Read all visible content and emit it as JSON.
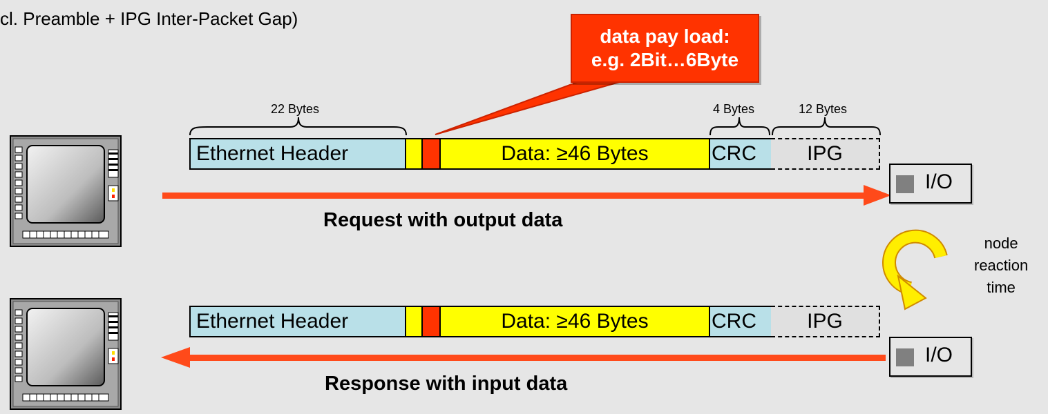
{
  "top_caption": "cl. Preamble + IPG Inter-Packet Gap)",
  "callout": {
    "line1": "data pay load:",
    "line2": "e.g. 2Bit…6Byte"
  },
  "brace_labels": {
    "header": "22 Bytes",
    "crc": "4 Bytes",
    "ipg": "12 Bytes"
  },
  "frame": {
    "header": "Ethernet Header",
    "data": "Data: ≥46 Bytes",
    "crc": "CRC",
    "ipg": "IPG"
  },
  "request_caption": "Request with output data",
  "response_caption": "Response with input data",
  "io_label": "I/O",
  "reaction": {
    "line1": "node",
    "line2": "reaction",
    "line3": "time"
  },
  "colors": {
    "arrow": "#ff4a1a",
    "header_fill": "#b9e0e8",
    "data_fill": "#ffff00",
    "payload_fill": "#ff3300",
    "ipg_fill": "#e0e0e0",
    "reaction_arrow": "#ffee00"
  },
  "icons": [
    "pc-terminal-icon",
    "io-module-icon",
    "cycle-arrow-icon"
  ]
}
